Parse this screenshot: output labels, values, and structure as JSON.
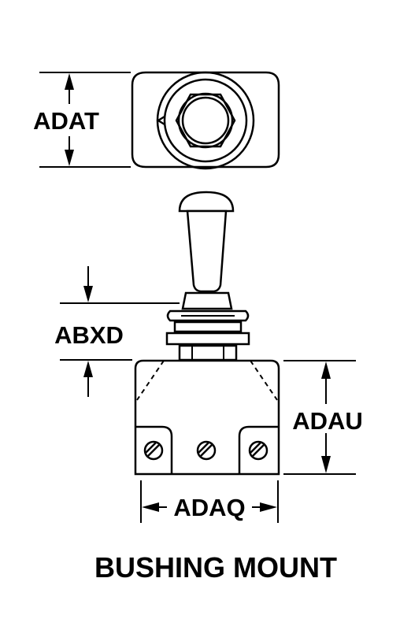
{
  "labels": {
    "adat": "ADAT",
    "abxd": "ABXD",
    "adau": "ADAU",
    "adaq": "ADAQ"
  },
  "caption": "BUSHING MOUNT"
}
